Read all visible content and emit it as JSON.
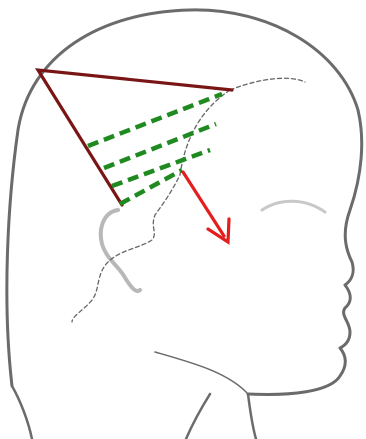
{
  "diagram": {
    "colors": {
      "background": "#ffffff",
      "head_outline": "#6b6b6b",
      "ear": "#b8b8b8",
      "eyebrow": "#c8c8c8",
      "hairline_dashed": "#666666",
      "section_triangle": "#7a1515",
      "elevation_lines": "#1f8a1f",
      "direction_arrow": "#e31e1e"
    },
    "elements": {
      "triangle_section": "triangle",
      "dashed_lines_count": 4,
      "arrow": "arrow-down-right"
    }
  }
}
